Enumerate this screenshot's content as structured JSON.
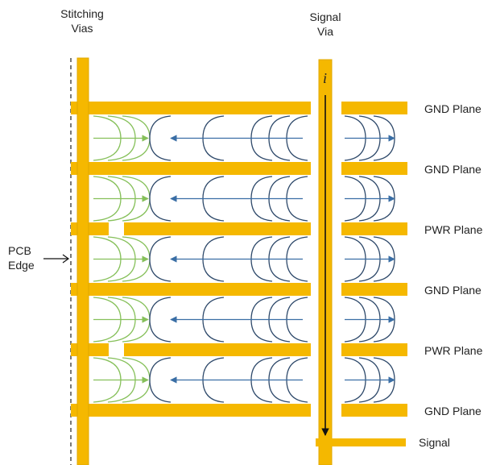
{
  "labels": {
    "stitching_vias_line1": "Stitching",
    "stitching_vias_line2": "Vias",
    "signal_via_line1": "Signal",
    "signal_via_line2": "Via",
    "pcb_edge_line1": "PCB",
    "pcb_edge_line2": "Edge",
    "current_symbol": "i",
    "signal": "Signal"
  },
  "planes": [
    {
      "label": "GND Plane"
    },
    {
      "label": "GND Plane"
    },
    {
      "label": "PWR Plane"
    },
    {
      "label": "GND Plane"
    },
    {
      "label": "PWR Plane"
    },
    {
      "label": "GND Plane"
    }
  ],
  "colors": {
    "copper": "#F5B800",
    "copper_edge": "#D99A00",
    "field_blue": "#3A6EA5",
    "field_dark": "#2F4A6B",
    "field_green": "#86C05A",
    "arrow_black": "#111111",
    "edge_dash": "#222222"
  }
}
